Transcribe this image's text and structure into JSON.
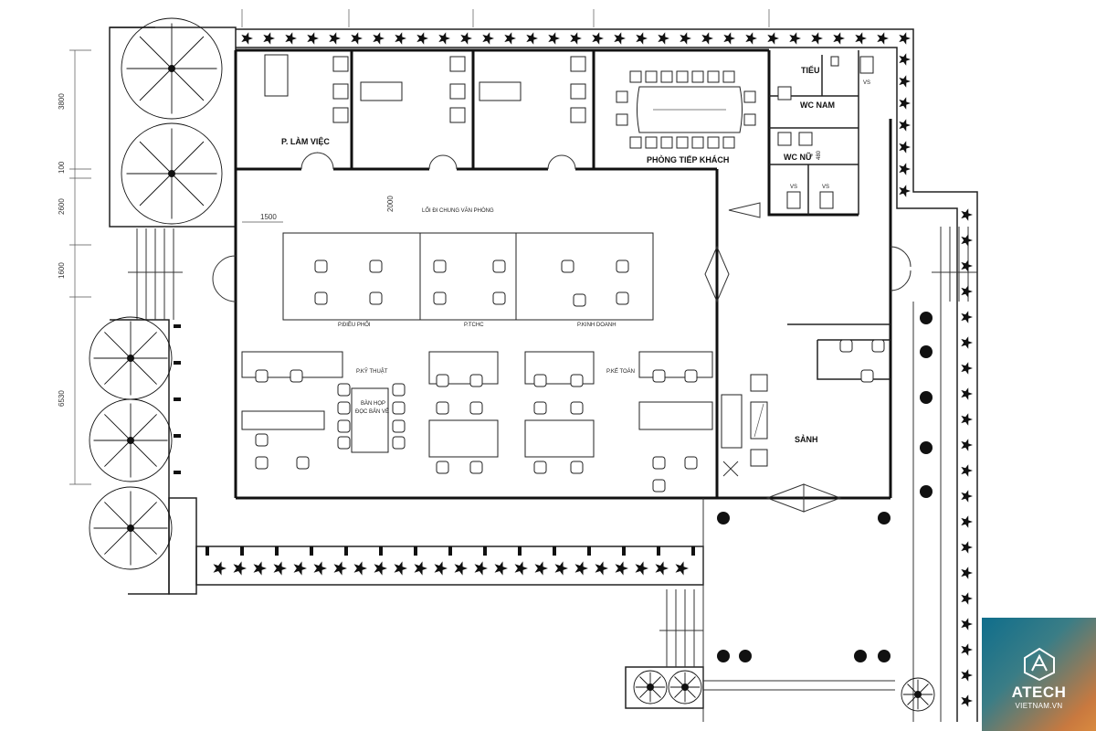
{
  "rooms": {
    "lam_viec": "P. LÀM VIỆC",
    "tiep_khach": "PHÒNG TIẾP KHÁCH",
    "tieu": "TIỂU",
    "wc_nam": "WC NAM",
    "wc_nu": "WC NỮ",
    "sanh": "SẢNH",
    "loi_di": "LỐI ĐI CHUNG VĂN PHÒNG",
    "dieu_phoi": "P.ĐIỀU PHỐI",
    "tchc": "P.TCHC",
    "kinh_doanh": "P.KINH DOANH",
    "ky_thuat": "P.KỸ THUẬT",
    "ke_toan": "P.KẾ TOÁN",
    "ban_hop_1": "BÀN HỌP",
    "ban_hop_2": "ĐỌC BẢN VẼ",
    "vs": "VS"
  },
  "dimensions": {
    "d3800": "3800",
    "d100": "100",
    "d2600": "2600",
    "d1600": "1600",
    "d6530": "6530",
    "d1500": "1500",
    "d2000": "2000",
    "d480": "480"
  },
  "logo": {
    "brand": "ATECH",
    "domain": "VIETNAM.VN"
  }
}
